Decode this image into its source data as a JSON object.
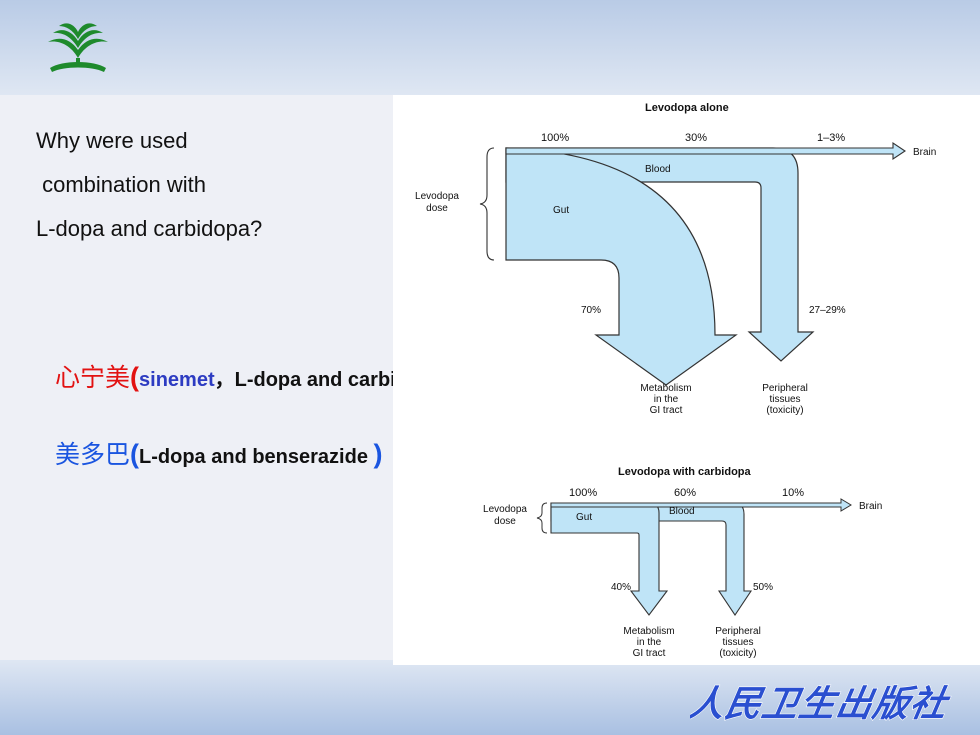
{
  "question": {
    "line1": "Why were used",
    "line2": " combination with",
    "line3": "L-dopa and carbidopa?"
  },
  "drugs": [
    {
      "cn": "心宁美",
      "open": "(",
      "term": "sinemet",
      "sep": "，",
      "rest": "L-dopa and carbidopa",
      "close": ")"
    },
    {
      "cn": "美多巴",
      "open": "(",
      "rest": "L-dopa and benserazide ",
      "close": ")"
    }
  ],
  "publisher_text": "人民卫生出版社",
  "colors": {
    "flow_fill": "#bfe4f7",
    "red": "#e21212",
    "blue": "#1a55e0",
    "navy": "#2d3cc2"
  },
  "icons": {
    "logo": "leaf-sprout-icon",
    "brain_arrow": "arrow-right-icon"
  },
  "diagram_top": {
    "title": "Levodopa alone",
    "dose_label_l1": "Levodopa",
    "dose_label_l2": "dose",
    "pct_in": "100%",
    "pct_blood": "30%",
    "pct_brain": "1–3%",
    "brain": "Brain",
    "blood": "Blood",
    "gut": "Gut",
    "pct_metab": "70%",
    "pct_periph": "27–29%",
    "metab_l1": "Metabolism",
    "metab_l2": "in the",
    "metab_l3": "GI tract",
    "periph_l1": "Peripheral",
    "periph_l2": "tissues",
    "periph_l3": "(toxicity)"
  },
  "diagram_bottom": {
    "title": "Levodopa with carbidopa",
    "dose_label_l1": "Levodopa",
    "dose_label_l2": "dose",
    "pct_in": "100%",
    "pct_blood": "60%",
    "pct_brain": "10%",
    "brain": "Brain",
    "blood": "Blood",
    "gut": "Gut",
    "pct_metab": "40%",
    "pct_periph": "50%",
    "metab_l1": "Metabolism",
    "metab_l2": "in the",
    "metab_l3": "GI tract",
    "periph_l1": "Peripheral",
    "periph_l2": "tissues",
    "periph_l3": "(toxicity)"
  }
}
